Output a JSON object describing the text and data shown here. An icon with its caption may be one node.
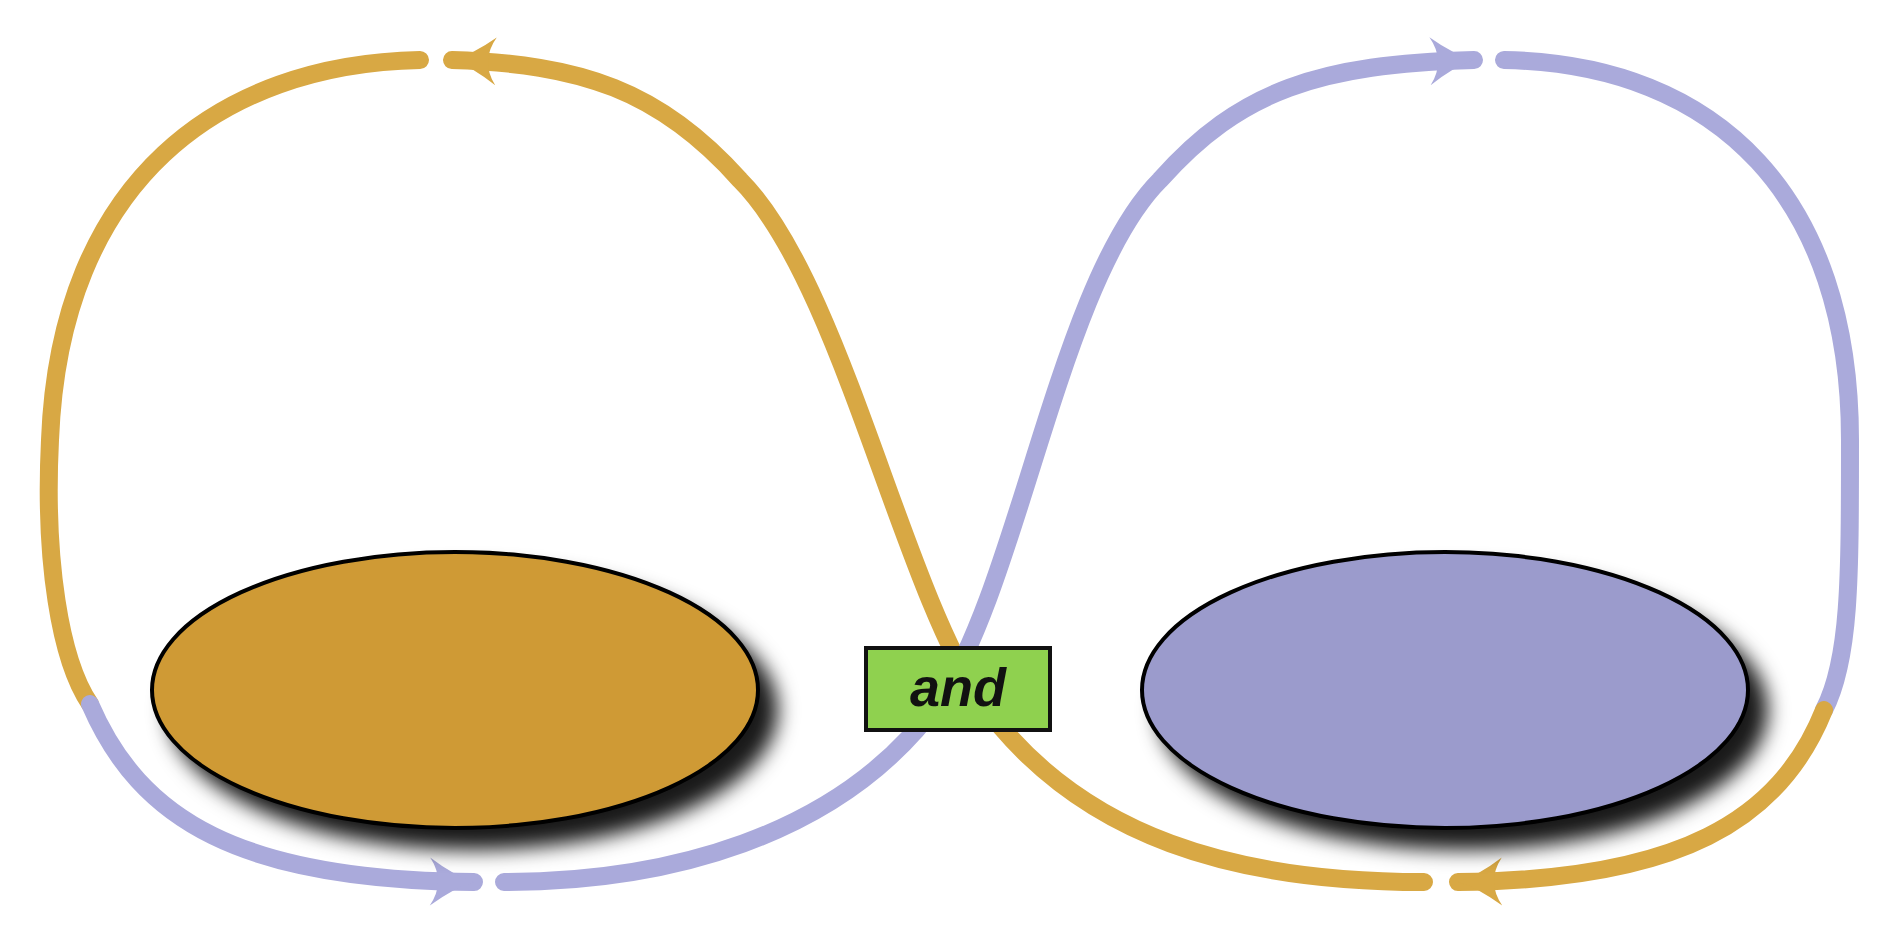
{
  "diagram": {
    "nodes": [
      {
        "text": [],
        "shape": "ellipse"
      },
      {
        "text": [
          "and"
        ]
      },
      {
        "text": [],
        "shape": "ellipse"
      }
    ]
  }
}
